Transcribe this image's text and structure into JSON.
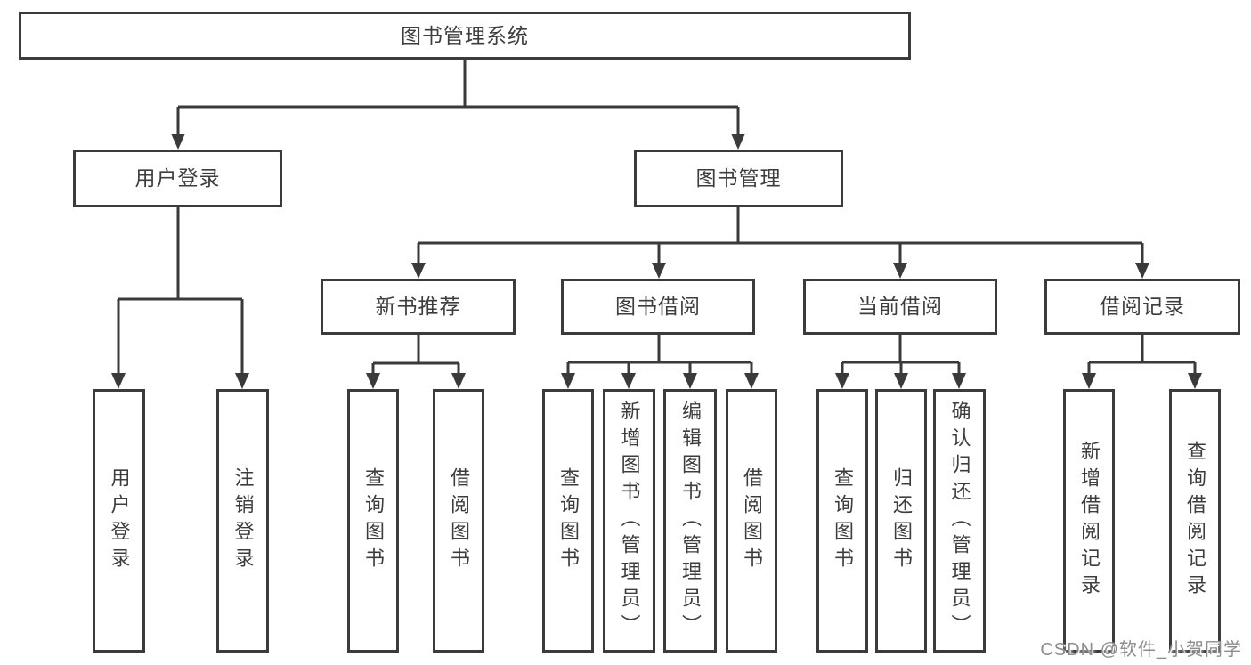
{
  "title": "图书管理系统",
  "watermark": "CSDN @软件_小贺同学",
  "colors": {
    "line": "#3a3a3a",
    "border": "#3b3b3b",
    "text": "#3d3d3d",
    "box_background": "#ffffff",
    "watermark_text": "#8d8d8d"
  },
  "tree": {
    "root": {
      "label": "图书管理系统"
    },
    "level2": [
      {
        "label": "用户登录",
        "children": [
          {
            "label": "用户登录"
          },
          {
            "label": "注销登录"
          }
        ]
      },
      {
        "label": "图书管理",
        "children": [
          {
            "label": "新书推荐",
            "children": [
              {
                "label": "查询图书"
              },
              {
                "label": "借阅图书"
              }
            ]
          },
          {
            "label": "图书借阅",
            "children": [
              {
                "label": "查询图书"
              },
              {
                "label": "新增图书（管理员）"
              },
              {
                "label": "编辑图书（管理员）"
              },
              {
                "label": "借阅图书"
              }
            ]
          },
          {
            "label": "当前借阅",
            "children": [
              {
                "label": "查询图书"
              },
              {
                "label": "归还图书"
              },
              {
                "label": "确认归还（管理员）"
              }
            ]
          },
          {
            "label": "借阅记录",
            "children": [
              {
                "label": "新增借阅记录"
              },
              {
                "label": "查询借阅记录"
              }
            ]
          }
        ]
      }
    ]
  }
}
